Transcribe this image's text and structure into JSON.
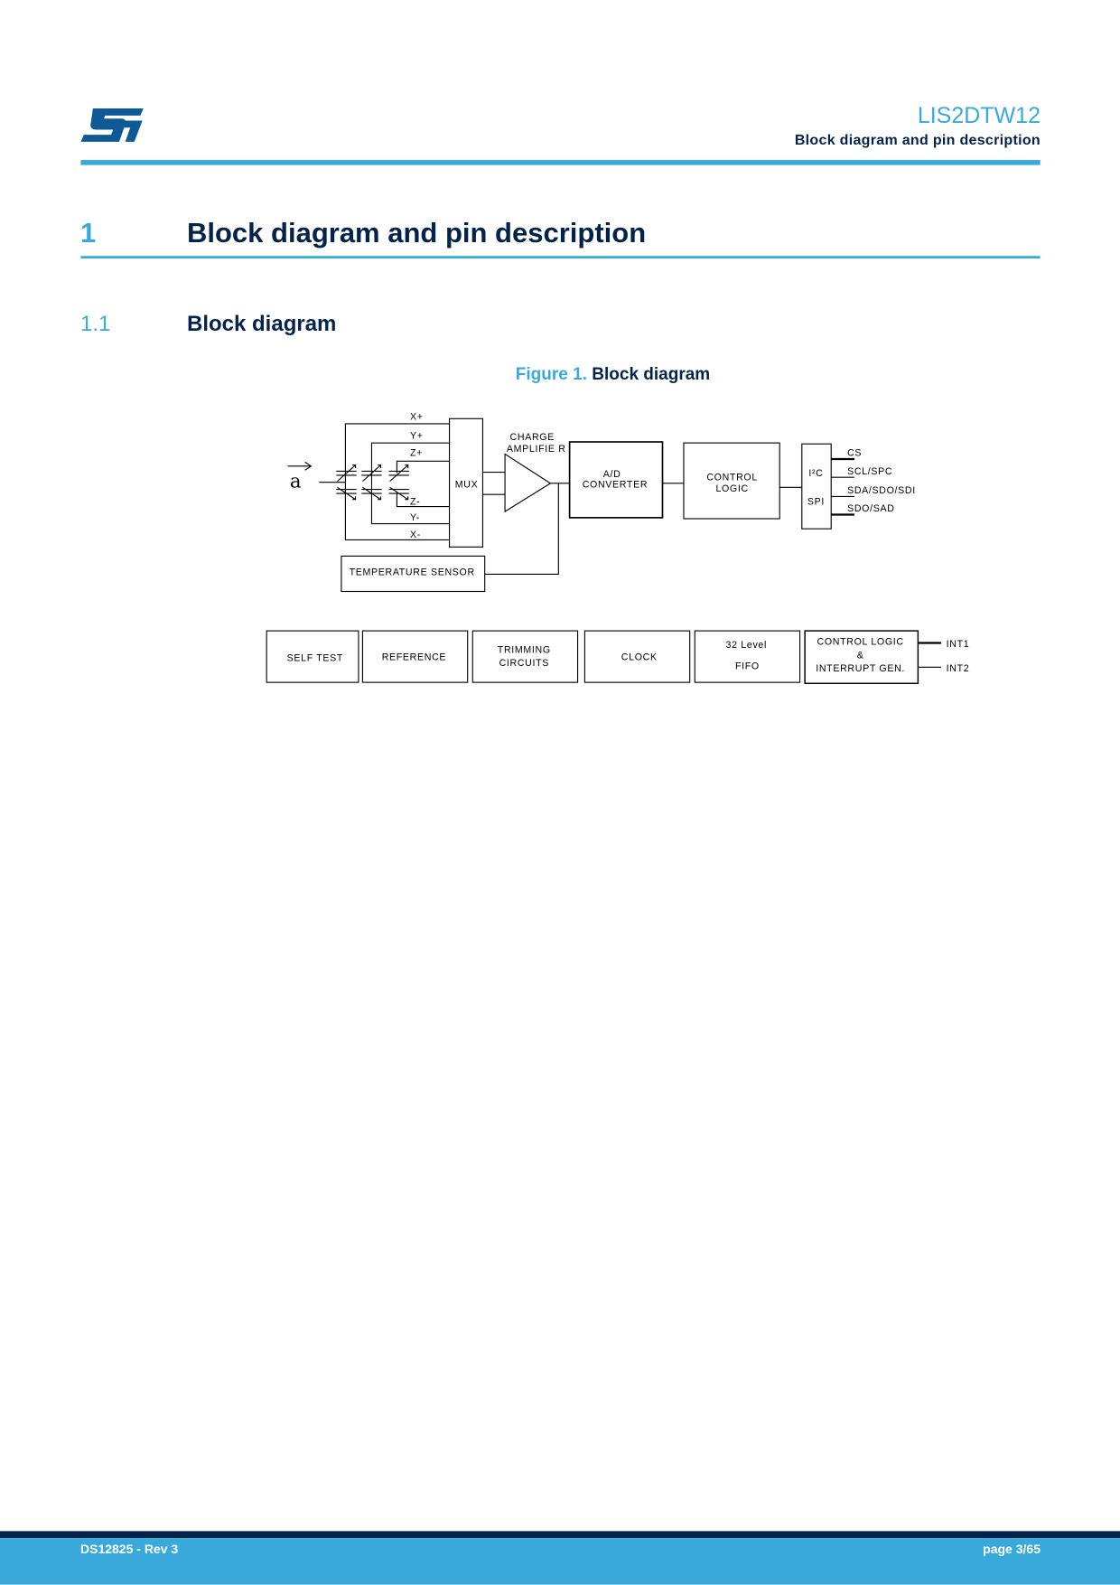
{
  "header": {
    "product": "LIS2DTW12",
    "section": "Block diagram and pin description",
    "logo_text": "ST"
  },
  "section": {
    "number": "1",
    "title": "Block diagram and pin description"
  },
  "subsection": {
    "number": "1.1",
    "title": "Block diagram"
  },
  "figure": {
    "label": "Figure 1.",
    "title": "Block diagram",
    "accel_symbol": "a",
    "axes": {
      "xp": "X+",
      "yp": "Y+",
      "zp": "Z+",
      "zm": "Z-",
      "ym": "Y-",
      "xm": "X-"
    },
    "mux": "MUX",
    "amp": [
      "CHARGE",
      "AMPLIFIE R"
    ],
    "adc": [
      "A/D",
      "CONVERTER"
    ],
    "control": [
      "CONTROL",
      "LOGIC"
    ],
    "iface": {
      "i2c": "I²C",
      "spi": "SPI"
    },
    "pins": [
      "CS",
      "SCL/SPC",
      "SDA/SDO/SDI",
      "SDO/SAD"
    ],
    "temp": "TEMPERATURE SENSOR",
    "bottom": {
      "self_test": "SELF TEST",
      "reference": "REFERENCE",
      "trimming": [
        "TRIMMING",
        "CIRCUITS"
      ],
      "clock": "CLOCK",
      "fifo": [
        "32 Level",
        "FIFO"
      ],
      "int_logic": [
        "CONTROL LOGIC",
        "&",
        "INTERRUPT GEN."
      ]
    },
    "int_pins": [
      "INT1",
      "INT2"
    ]
  },
  "footer": {
    "doc": "DS12825 - Rev 3",
    "page": "page 3/65"
  },
  "colors": {
    "accent": "#39a9dc",
    "navy": "#03234b",
    "logo": "#0d5a96"
  }
}
